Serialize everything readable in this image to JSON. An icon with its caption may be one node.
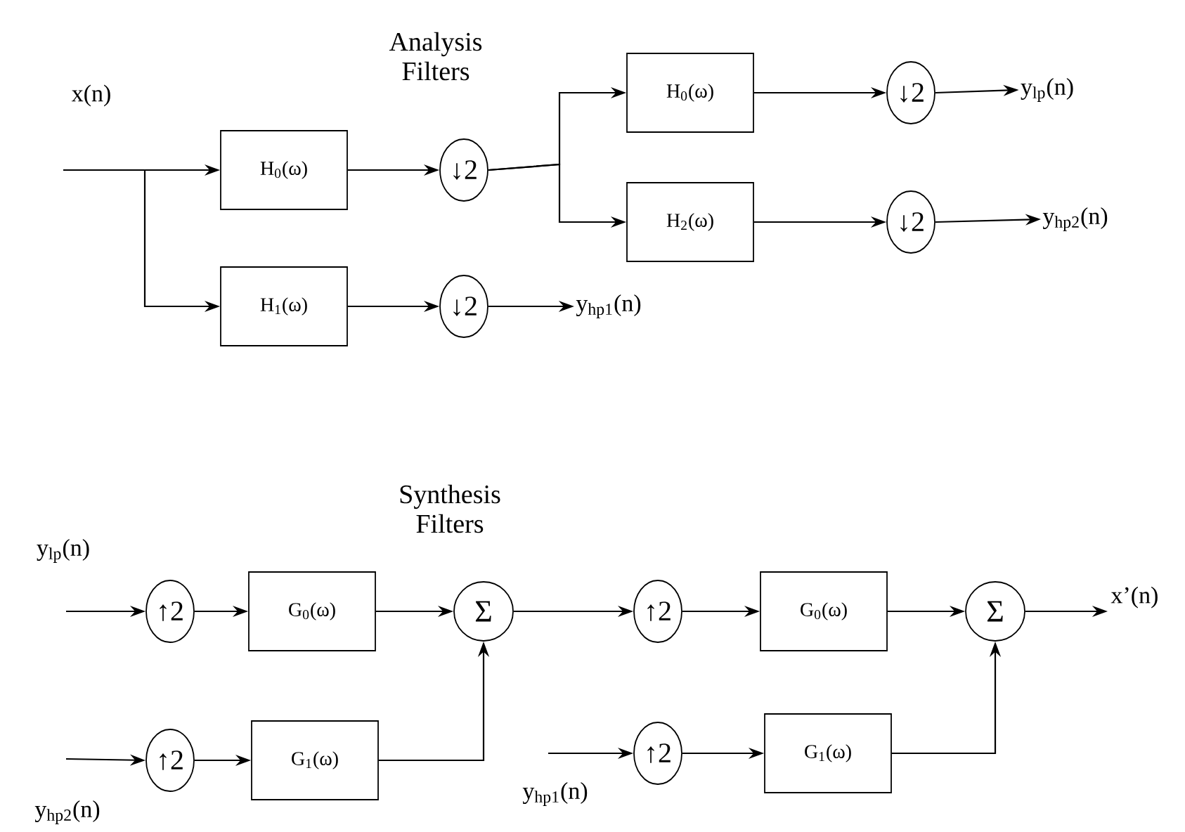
{
  "diagram": {
    "nodes": [
      {
        "text": [
          "H$_{0}$(ω)"
        ]
      },
      {
        "text": [
          "↓2"
        ]
      },
      {
        "text": [
          "H$_{0}$(ω)"
        ]
      },
      {
        "text": [
          "↓2"
        ]
      },
      {
        "text": [
          "y$_{lp}$(n)"
        ]
      },
      {
        "text": [
          "H$_{2}$(ω)"
        ]
      },
      {
        "text": [
          "↓2"
        ]
      },
      {
        "text": [
          "y$_{hp2}$(n)"
        ]
      },
      {
        "text": [
          "H$_{1}$(ω)"
        ]
      },
      {
        "text": [
          "↓2"
        ]
      },
      {
        "text": [
          "y$_{hp1}$(n)"
        ]
      },
      {
        "text": [
          "↑2"
        ]
      },
      {
        "text": [
          "G$_{0}$(ω)"
        ]
      },
      {
        "text": [
          "Σ"
        ]
      },
      {
        "text": [
          "↑2"
        ]
      },
      {
        "text": [
          "G$_{1}$(ω)"
        ]
      },
      {
        "text": [
          "↑2"
        ]
      },
      {
        "text": [
          "G$_{0}$(ω)"
        ]
      },
      {
        "text": [
          "Σ"
        ]
      },
      {
        "text": [
          "↑2"
        ]
      },
      {
        "text": [
          "G$_{1}$(ω)"
        ]
      },
      {
        "text": [
          "x’(n)"
        ]
      }
    ],
    "edges": [
      {
        "from": null,
        "to": 0,
        "arrow": "to"
      },
      {
        "from": null,
        "to": 8,
        "arrow": "to"
      },
      {
        "from": 0,
        "to": 1,
        "arrow": "to"
      },
      {
        "from": 1,
        "to": 2,
        "arrow": "to"
      },
      {
        "from": 1,
        "to": 5,
        "arrow": "to"
      },
      {
        "from": 2,
        "to": 3,
        "arrow": "to"
      },
      {
        "from": 3,
        "to": 4,
        "arrow": "to"
      },
      {
        "from": 5,
        "to": 6,
        "arrow": "to"
      },
      {
        "from": 6,
        "to": 7,
        "arrow": "to"
      },
      {
        "from": 8,
        "to": 9,
        "arrow": "to"
      },
      {
        "from": 9,
        "to": 10,
        "arrow": "to"
      },
      {
        "from": null,
        "to": 11,
        "arrow": "to"
      },
      {
        "from": 11,
        "to": 12,
        "arrow": "to"
      },
      {
        "from": 12,
        "to": 13,
        "arrow": "to"
      },
      {
        "from": null,
        "to": 14,
        "arrow": "to"
      },
      {
        "from": 14,
        "to": 15,
        "arrow": "to"
      },
      {
        "from": 15,
        "to": 13,
        "arrow": "to"
      },
      {
        "from": 13,
        "to": 16,
        "arrow": "to"
      },
      {
        "from": 16,
        "to": 17,
        "arrow": "to"
      },
      {
        "from": 17,
        "to": 18,
        "arrow": "to"
      },
      {
        "from": 18,
        "to": 21,
        "arrow": "to"
      },
      {
        "from": null,
        "to": 19,
        "arrow": "to"
      },
      {
        "from": 19,
        "to": 20,
        "arrow": "to"
      },
      {
        "from": 20,
        "to": 18,
        "arrow": "to"
      }
    ],
    "labels": [
      "Analysis Filters",
      "x(n)",
      "Synthesis Filters",
      "y$_{lp}$(n)",
      "y$_{hp2}$(n)",
      "y$_{hp1}$(n)"
    ]
  }
}
